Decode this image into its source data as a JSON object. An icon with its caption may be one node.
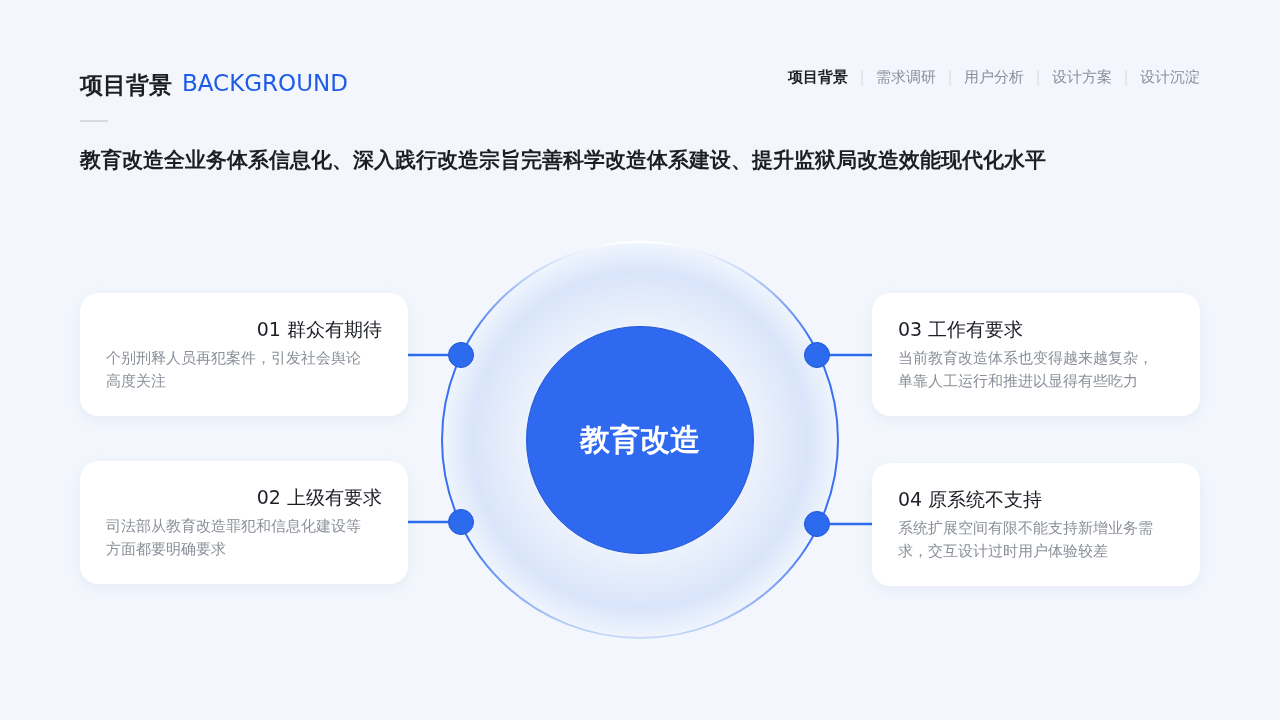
{
  "diagram": {
    "title": "项目背景",
    "nodes": [
      {
        "text": [
          "教育改造"
        ]
      },
      {
        "text": [
          "01 群众有期待",
          "个别刑释人员再犯案件，引发社会舆论高度关注"
        ]
      },
      {
        "text": [
          "02 上级有要求",
          "司法部从教育改造罪犯和信息化建设等方面都要明确要求"
        ]
      },
      {
        "text": [
          "03 工作有要求",
          "当前教育改造体系也变得越来越复杂，单靠人工运行和推进以显得有些吃力"
        ]
      },
      {
        "text": [
          "04 原系统不支持",
          "系统扩展空间有限不能支持新增业务需求，交互设计过时用户体验较差"
        ]
      },
      {
        "text": [],
        "shape": "circle"
      },
      {
        "text": [],
        "shape": "circle"
      },
      {
        "text": [],
        "shape": "circle"
      },
      {
        "text": [],
        "shape": "circle"
      }
    ],
    "edges": [
      {
        "from": 1,
        "to": 5,
        "arrow": "none"
      },
      {
        "from": 2,
        "to": 6,
        "arrow": "none"
      },
      {
        "from": 3,
        "to": 7,
        "arrow": "none"
      },
      {
        "from": 4,
        "to": 8,
        "arrow": "none"
      }
    ],
    "labels": [
      "BACKGROUND",
      "项目背景",
      "需求调研",
      "用户分析",
      "设计方案",
      "设计沉淀",
      "教育改造全业务体系信息化、深入践行改造宗旨完善科学改造体系建设、提升监狱局改造效能现代化水平"
    ]
  }
}
